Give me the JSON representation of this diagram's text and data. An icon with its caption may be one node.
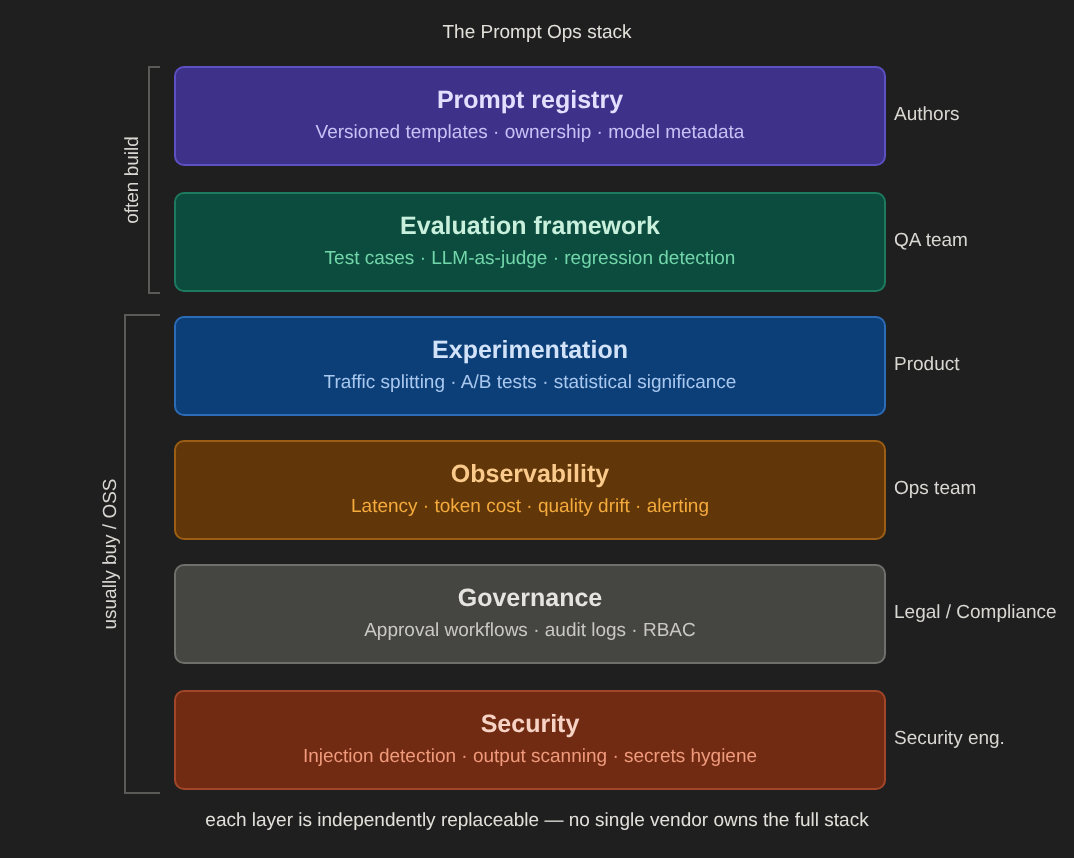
{
  "diagram": {
    "title": "The Prompt Ops stack",
    "nodes": [
      {
        "text": [
          "Prompt registry",
          "Versioned templates · ownership · model metadata"
        ],
        "beside": [
          "Authors"
        ]
      },
      {
        "text": [
          "Evaluation framework",
          "Test cases · LLM-as-judge · regression detection"
        ],
        "beside": [
          "QA team"
        ]
      },
      {
        "text": [
          "Experimentation",
          "Traffic splitting · A/B tests · statistical significance"
        ],
        "beside": [
          "Product"
        ]
      },
      {
        "text": [
          "Observability",
          "Latency · token cost · quality drift · alerting"
        ],
        "beside": [
          "Ops team"
        ]
      },
      {
        "text": [
          "Governance",
          "Approval workflows · audit logs · RBAC"
        ],
        "beside": [
          "Legal / Compliance"
        ]
      },
      {
        "text": [
          "Security",
          "Injection detection · output scanning · secrets hygiene"
        ],
        "beside": [
          "Security eng."
        ]
      }
    ],
    "labels": [
      "often build",
      "usually buy / OSS"
    ],
    "caption": "each layer is independently replaceable — no single vendor owns the full stack"
  }
}
